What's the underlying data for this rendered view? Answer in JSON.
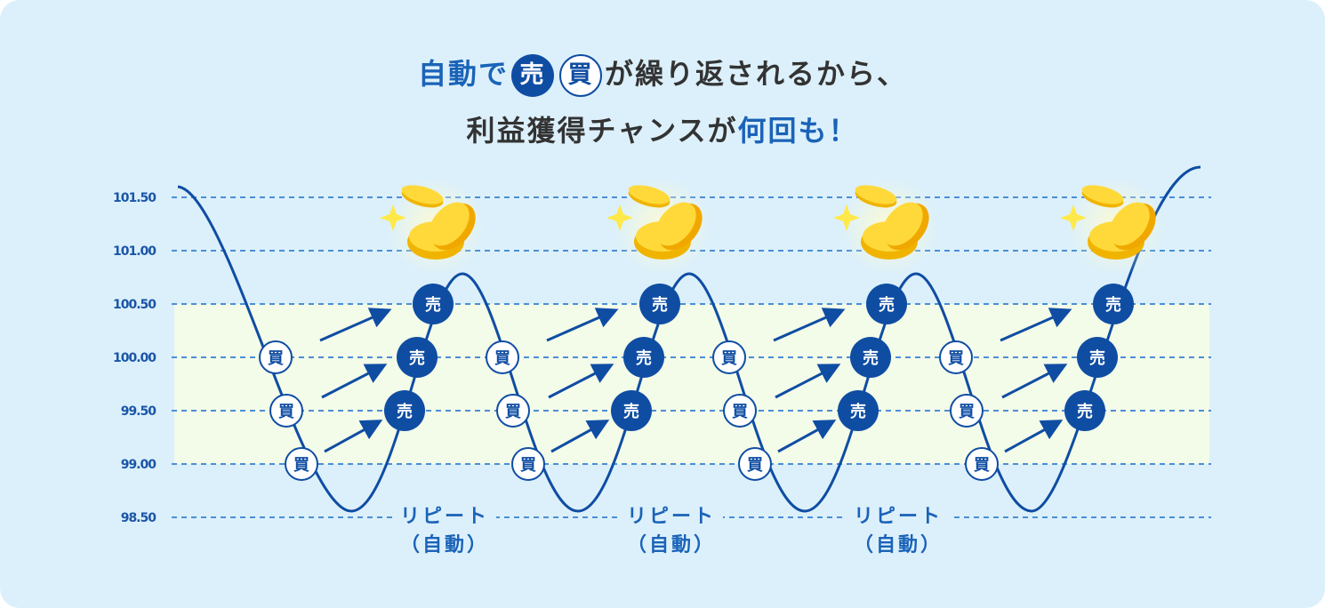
{
  "title": {
    "line1_prefix": "自動で",
    "sell_badge": "売",
    "buy_badge": "買",
    "line1_suffix": "が繰り返されるから、",
    "line2_prefix": "利益獲得チャンスが",
    "line2_highlight": "何回も！"
  },
  "colors": {
    "accent": "#1a63b8",
    "dark_blue": "#0f4da3",
    "background": "#dcf0fb",
    "band": "#f3fbe9",
    "coin": "#f5c518"
  },
  "chart_data": {
    "type": "line",
    "ylabels": [
      "101.50",
      "101.00",
      "100.50",
      "100.00",
      "99.50",
      "99.00",
      "98.50"
    ],
    "ylim": [
      98.5,
      101.5
    ],
    "trade_band": [
      99.0,
      100.5
    ],
    "cycles": 4,
    "buy_levels": [
      100.0,
      99.5,
      99.0
    ],
    "sell_levels": [
      100.5,
      100.0,
      99.5
    ],
    "buy_label": "買",
    "sell_label": "売",
    "repeat_label": "リピート",
    "repeat_sub": "（自動）",
    "repeat_count": 3
  }
}
